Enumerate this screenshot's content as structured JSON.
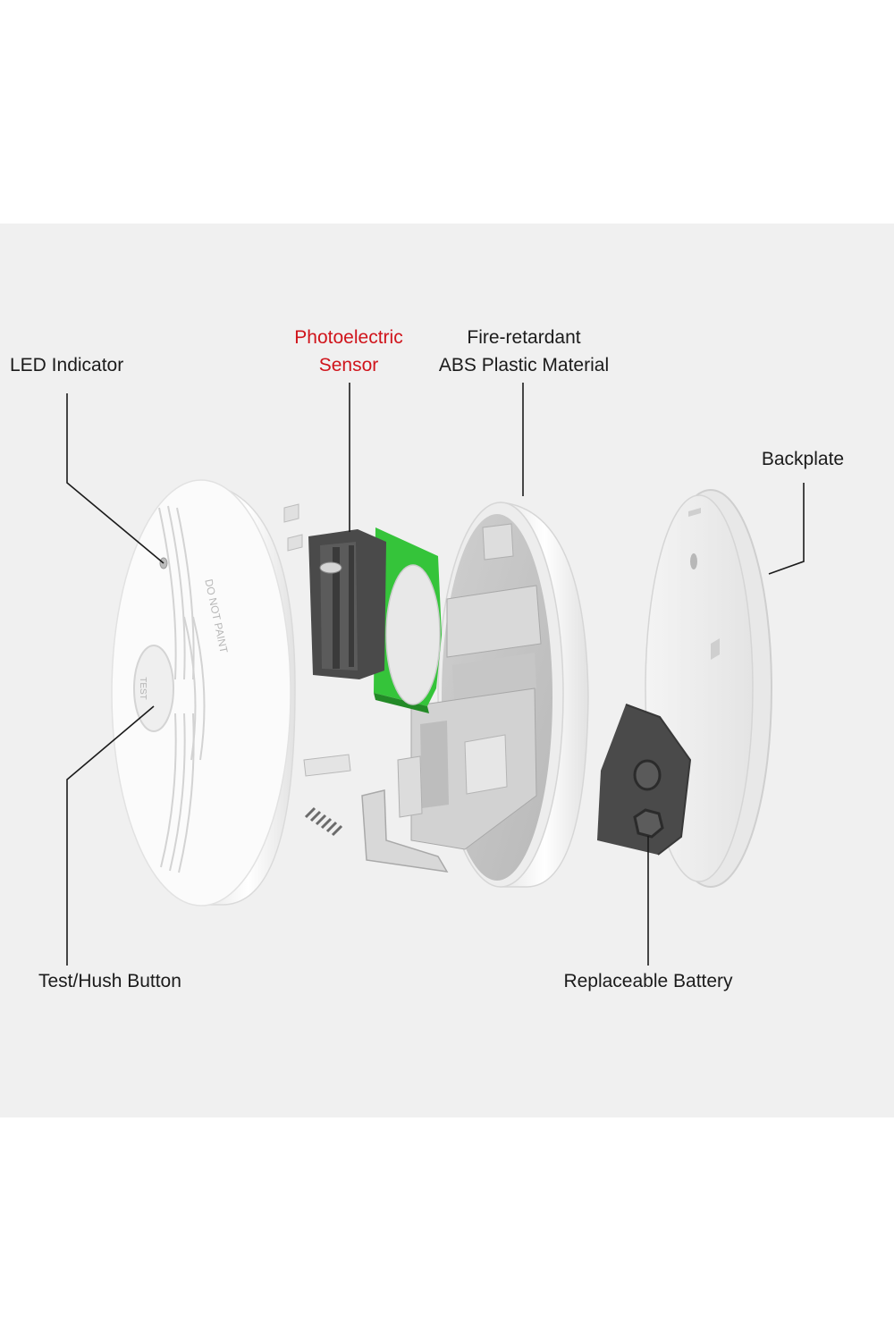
{
  "labels": {
    "led_indicator": "LED Indicator",
    "photoelectric_sensor": [
      "Photoelectric",
      "Sensor"
    ],
    "housing_material": [
      "Fire-retardant",
      "ABS Plastic Material"
    ],
    "backplate": "Backplate",
    "test_hush_button": "Test/Hush Button",
    "replaceable_battery": "Replaceable Battery"
  },
  "cover_markings": {
    "do_not_paint": "DO NOT PAINT",
    "test": "TEST"
  },
  "colors": {
    "label_text": "#1b1b1b",
    "highlight_label": "#d0141b",
    "background_panel": "#f0f0f0",
    "pcb_green": "#35c43a",
    "sensor_dark": "#4a4a4a",
    "housing_white": "#fafafa"
  }
}
